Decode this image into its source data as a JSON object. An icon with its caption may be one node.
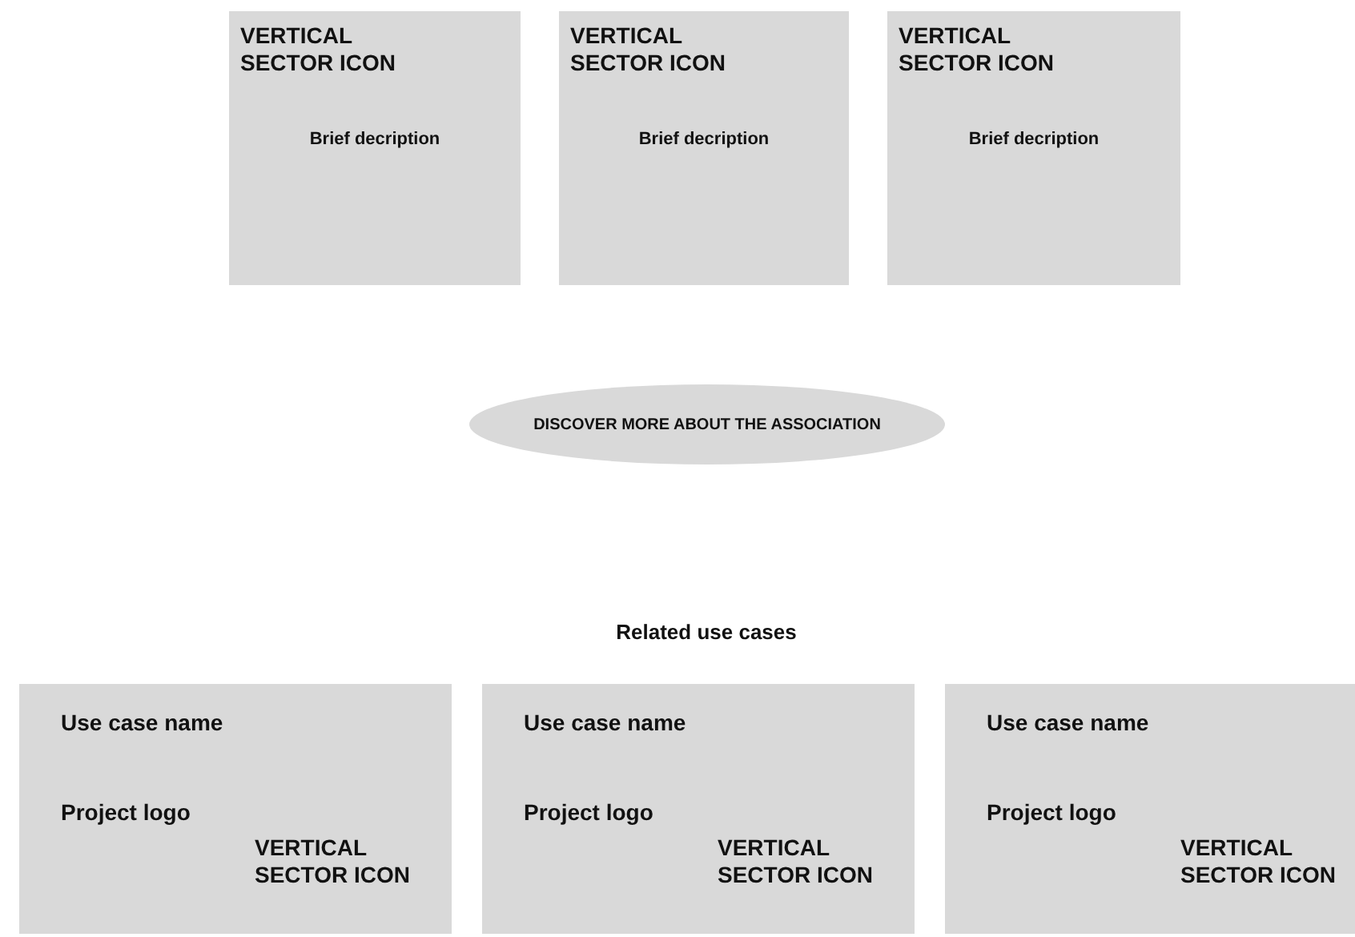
{
  "diagram": {
    "nodes": [
      {
        "text": [
          "VERTICAL SECTOR ICON",
          "Brief decription"
        ]
      },
      {
        "text": [
          "VERTICAL SECTOR ICON",
          "Brief decription"
        ]
      },
      {
        "text": [
          "VERTICAL SECTOR ICON",
          "Brief decription"
        ]
      },
      {
        "text": [
          "DISCOVER MORE ABOUT THE ASSOCIATION"
        ]
      },
      {
        "text": [
          "Use case name",
          "Project logo",
          "VERTICAL SECTOR ICON"
        ]
      },
      {
        "text": [
          "Use case name",
          "Project logo",
          "VERTICAL SECTOR ICON"
        ]
      },
      {
        "text": [
          "Use case name",
          "Project logo",
          "VERTICAL SECTOR ICON"
        ]
      }
    ],
    "labels": [
      "Related use cases"
    ]
  }
}
